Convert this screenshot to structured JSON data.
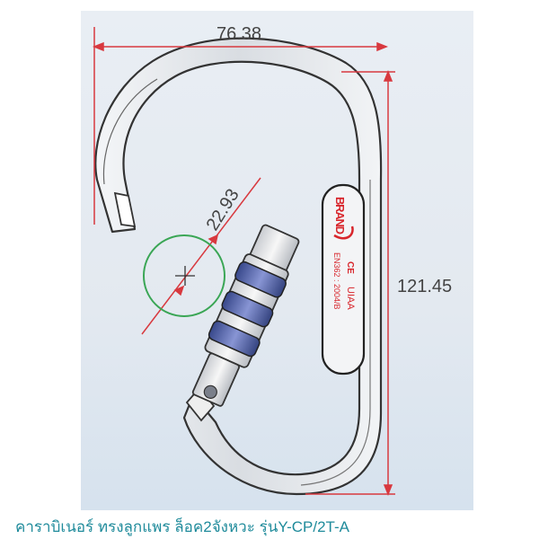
{
  "dimensions": {
    "width": "76.38",
    "height": "121.45",
    "gate_opening": "22.93"
  },
  "markings": {
    "brand": "BRAND",
    "ce": "CE",
    "uiaa": "UIAA",
    "standard": "EN362 : 2004/B"
  },
  "caption": "คาราบิเนอร์ ทรงลูกแพร ล็อค2จังหวะ รุ่นY-CP/2T-A",
  "colors": {
    "dimension_line": "#d8393f",
    "circle": "#3aa655",
    "caption": "#1f8b9b",
    "gate_band": "#4a5fa8"
  }
}
